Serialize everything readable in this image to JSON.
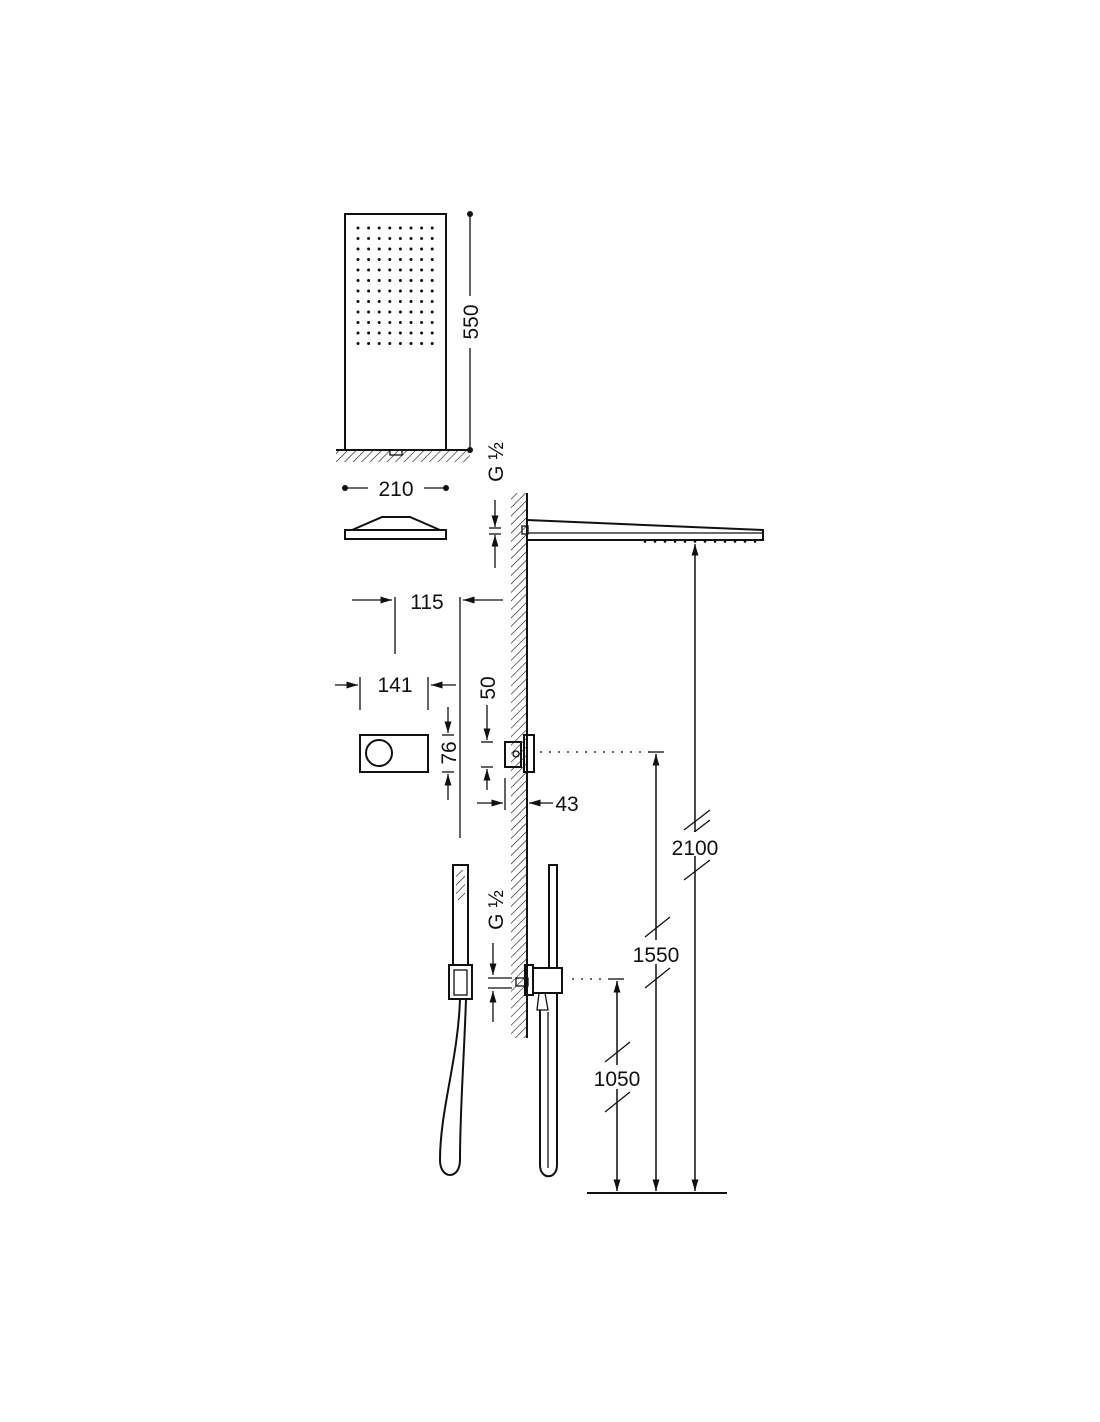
{
  "drawing": {
    "overhead_shower_length": "550",
    "overhead_shower_width": "210",
    "connection_top": "G ½",
    "connection_bottom": "G ½",
    "mixer_projection": "115",
    "mixer_width": "141",
    "mixer_height": "76",
    "mixer_offset": "50",
    "wall_depth": "43",
    "height_overhead": "2100",
    "height_mixer": "1550",
    "height_handshower": "1050"
  },
  "colors": {
    "line": "#111111",
    "background": "#ffffff"
  }
}
